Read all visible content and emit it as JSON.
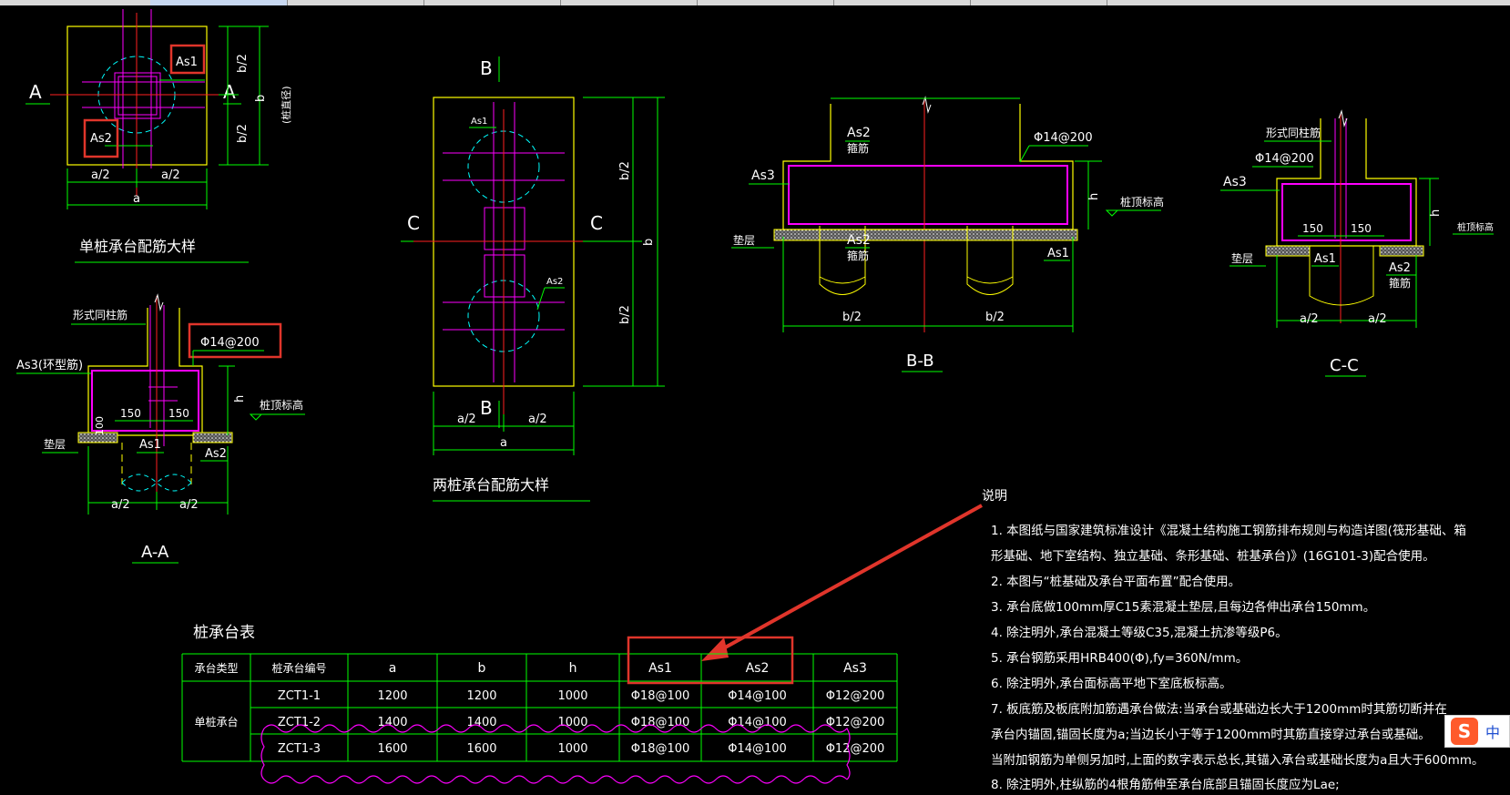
{
  "single_pile": {
    "label_A": "A",
    "label_A2": "A",
    "as1": "As1",
    "as2": "As2",
    "half_b": "b/2",
    "b": "b",
    "pile_dia": "(桩直径)",
    "half_a": "a/2",
    "a": "a",
    "caption": "单桩承台配筋大样"
  },
  "section_aa": {
    "column": "形式同柱筋",
    "as3": "As3(环型筋)",
    "rebar": "Φ14@200",
    "h": "h",
    "pile_top": "桩顶标高",
    "d150a": "150",
    "d150b": "150",
    "d100": "100",
    "cushion": "垫层",
    "as1": "As1",
    "as2": "As2",
    "half_a": "a/2",
    "caption": "A-A"
  },
  "two_pile": {
    "label_B": "B",
    "label_B2": "B",
    "label_C": "C",
    "label_C2": "C",
    "as1": "As1",
    "as2": "As2",
    "half_b": "b/2",
    "b": "b",
    "half_a": "a/2",
    "a": "a",
    "caption": "两桩承台配筋大样"
  },
  "section_bb": {
    "as2_top": "As2",
    "stirrup": "箍筋",
    "rebar": "Φ14@200",
    "as3": "As3",
    "h": "h",
    "pile_top": "桩顶标高",
    "cushion": "垫层",
    "as2_mid": "As2",
    "stirrup2": "箍筋",
    "as1": "As1",
    "half_b": "b/2",
    "caption": "B-B"
  },
  "section_cc": {
    "column": "形式同柱筋",
    "rebar": "Φ14@200",
    "as3": "As3",
    "d150a": "150",
    "d150b": "150",
    "h": "h",
    "pile_top": "桩顶标高",
    "cushion": "垫层",
    "as1": "As1",
    "as2": "As2",
    "stirrup": "箍筋",
    "half_a": "a/2",
    "caption": "C-C"
  },
  "notes": {
    "title": "说明",
    "lines": [
      "1. 本图纸与国家建筑标准设计《混凝土结构施工钢筋排布规则与构造详图(筏形基础、箱",
      "    形基础、地下室结构、独立基础、条形基础、桩基承台)》(16G101-3)配合使用。",
      "2. 本图与“桩基础及承台平面布置”配合使用。",
      "3. 承台底做100mm厚C15素混凝土垫层,且每边各伸出承台150mm。",
      "4. 除注明外,承台混凝土等级C35,混凝土抗渗等级P6。",
      "5. 承台钢筋采用HRB400(Φ),fy=360N/mm。",
      "6. 除注明外,承台面标高平地下室底板标高。",
      "7. 板底筋及板底附加筋遇承台做法:当承台或基础边长大于1200mm时其筋切断并在",
      "  承台内锚固,锚固长度为a;当边长小于等于1200mm时其筋直接穿过承台或基础。",
      "  当附加钢筋为单侧另加时,上面的数字表示总长,其锚入承台或基础长度为a且大于600mm。",
      "8. 除注明外,柱纵筋的4根角筋伸至承台底部且锚固长度应为Lae;"
    ]
  },
  "table": {
    "title": "桩承台表",
    "headers": [
      "承台类型",
      "桩承台编号",
      "a",
      "b",
      "h",
      "As1",
      "As2",
      "As3"
    ],
    "type": "单桩承台",
    "rows": [
      [
        "ZCT1-1",
        "1200",
        "1200",
        "1000",
        "Φ18@100",
        "Φ14@100",
        "Φ12@200"
      ],
      [
        "ZCT1-2",
        "1400",
        "1400",
        "1000",
        "Φ18@100",
        "Φ14@100",
        "Φ12@200"
      ],
      [
        "ZCT1-3",
        "1600",
        "1600",
        "1000",
        "Φ18@100",
        "Φ14@100",
        "Φ12@200"
      ]
    ]
  },
  "ime": {
    "logo": "S",
    "text": "中"
  },
  "colors": {
    "yellow": "#ffff00",
    "magenta": "#ff00ff",
    "green": "#00ff00",
    "cyan": "#00ffff",
    "red": "#ff2020",
    "white": "#ffffff",
    "highlight": "#e0352b"
  }
}
